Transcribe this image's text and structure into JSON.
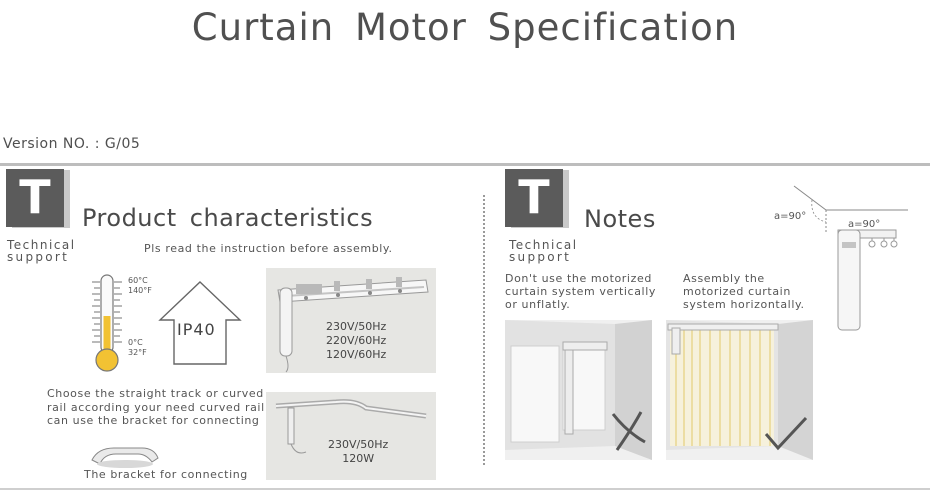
{
  "title": "Curtain Motor Specification",
  "version": "Version NO. : G/05",
  "left": {
    "badge": "T",
    "heading": "Product characteristics",
    "tech_line1": "Technical",
    "tech_line2": "support",
    "instruction": "Pls read the instruction before assembly.",
    "thermo_hi_c": "60°C",
    "thermo_hi_f": "140°F",
    "thermo_lo_c": "0°C",
    "thermo_lo_f": "32°F",
    "ip_rating": "IP40",
    "voltages_1": [
      "230V/50Hz",
      "220V/60Hz",
      "120V/60Hz"
    ],
    "rail_text": [
      "Choose the straight track or curved",
      "rail according your need curved rail",
      "can use the bracket for connecting"
    ],
    "voltages_2": [
      "230V/50Hz",
      "120W"
    ],
    "bracket_caption": "The bracket for connecting"
  },
  "right": {
    "badge": "T",
    "heading": "Notes",
    "tech_line1": "Technical",
    "tech_line2": "support",
    "note1": [
      "Don't use the motorized",
      "curtain system vertically",
      "or unflatly."
    ],
    "note2": [
      "Assembly the",
      "motorized curtain",
      "system horizontally."
    ],
    "angle1": "a=90°",
    "angle2": "a=90°"
  }
}
